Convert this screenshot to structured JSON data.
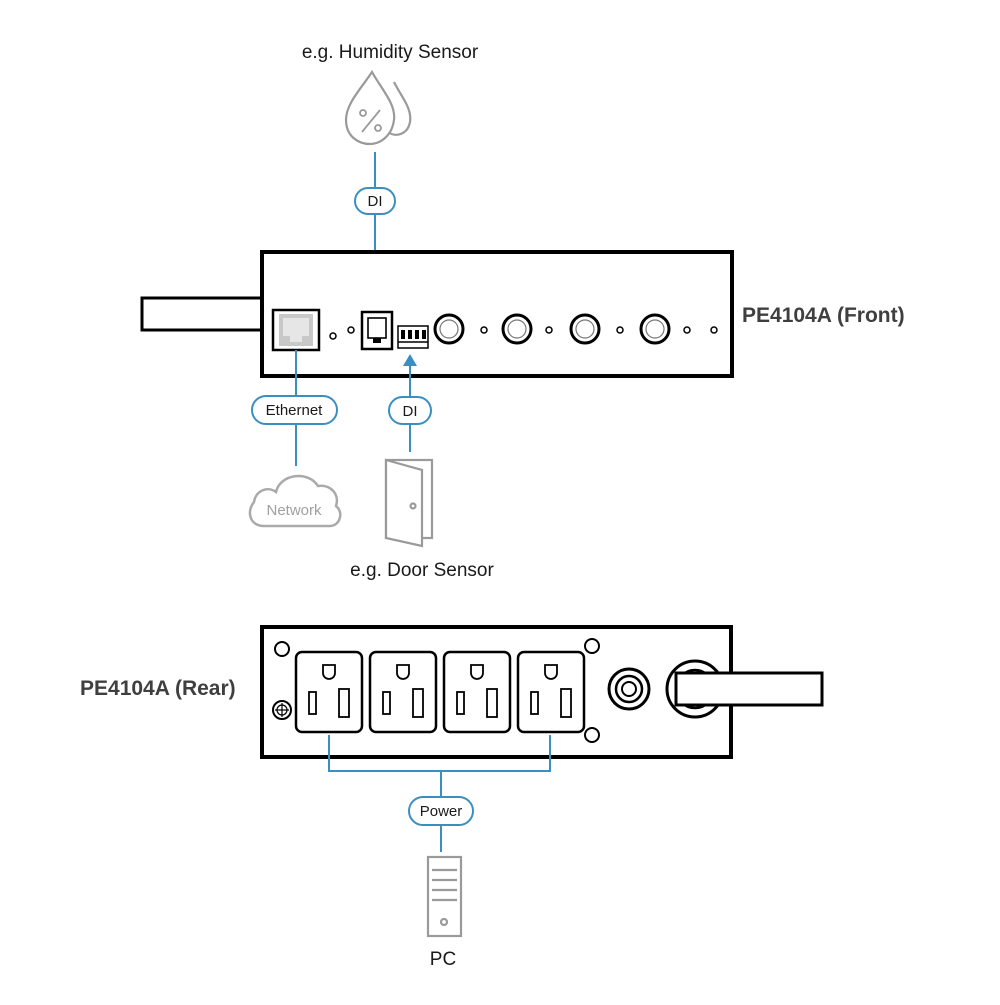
{
  "front": {
    "title": "PE4104A (Front)",
    "ports": [
      "ethernet-port",
      "rj11-sensor-port",
      "digital-input-terminal",
      "outlet-button-1",
      "outlet-button-2",
      "outlet-button-3",
      "outlet-button-4"
    ]
  },
  "rear": {
    "title": "PE4104A (Rear)",
    "outlet_count": 4
  },
  "connections": {
    "humidity_sensor": "e.g. Humidity Sensor",
    "di_top": "DI",
    "ethernet": "Ethernet",
    "network": "Network",
    "di_bottom": "DI",
    "door_sensor": "e.g. Door Sensor",
    "power": "Power",
    "pc": "PC"
  },
  "colors": {
    "connector_line": "#3b8fc0",
    "device_fill": "#000000",
    "device_stroke": "#1a1a1a",
    "peripheral_gray": "#aaaaaa",
    "title_text": "#3f3f3f"
  },
  "icons": [
    "humidity-drop-icon",
    "cloud-icon",
    "door-icon",
    "pc-tower-icon",
    "ground-screw-icon"
  ]
}
